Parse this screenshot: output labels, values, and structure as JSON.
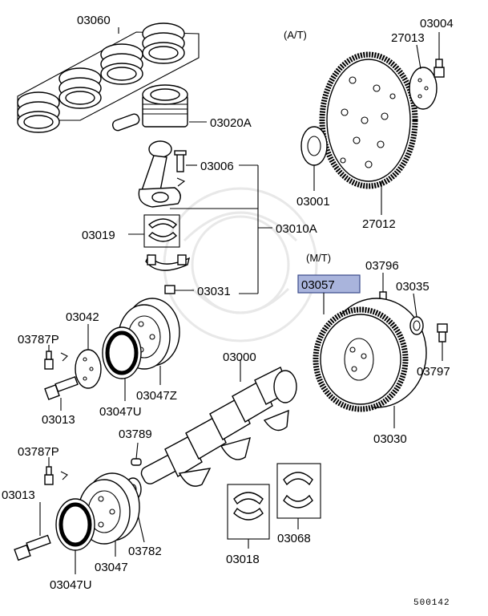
{
  "diagram": {
    "section_labels": {
      "automatic": "(A/T)",
      "manual": "(M/T)"
    },
    "highlight_color": "#a9b4dc",
    "parts": {
      "p03060": "03060",
      "p03020a": "03020A",
      "p03006": "03006",
      "p03010a": "03010A",
      "p03019": "03019",
      "p03031": "03031",
      "p03004": "03004",
      "p27013": "27013",
      "p03001": "03001",
      "p27012": "27012",
      "p03796": "03796",
      "p03057": "03057",
      "p03035": "03035",
      "p03797": "03797",
      "p03030": "03030",
      "p03042": "03042",
      "p03787p_top": "03787P",
      "p03013_top": "03013",
      "p03047u_top": "03047U",
      "p03047z": "03047Z",
      "p03000": "03000",
      "p03789": "03789",
      "p03787p_bottom": "03787P",
      "p03013_bottom": "03013",
      "p03047u_bottom": "03047U",
      "p03047": "03047",
      "p03782": "03782",
      "p03018": "03018",
      "p03068": "03068"
    },
    "reference_code": "500142"
  }
}
